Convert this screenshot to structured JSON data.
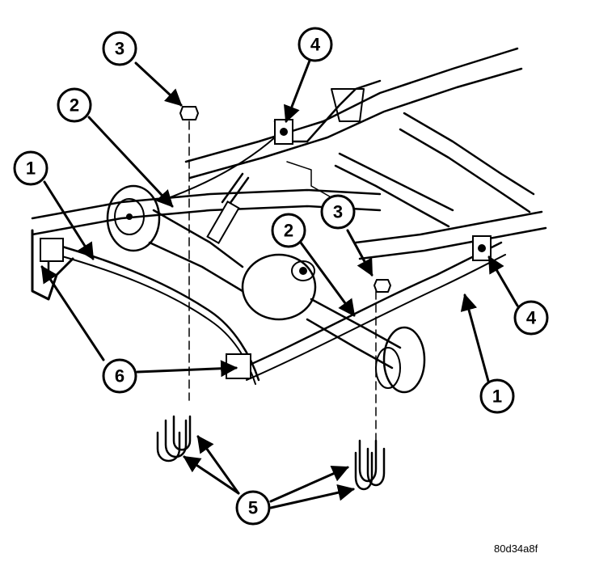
{
  "figure": {
    "id": "80d34a8f"
  },
  "callouts": [
    {
      "key": "c3-top",
      "number": "3"
    },
    {
      "key": "c4-top",
      "number": "4"
    },
    {
      "key": "c2-left",
      "number": "2"
    },
    {
      "key": "c1-left",
      "number": "1"
    },
    {
      "key": "c2-mid",
      "number": "2"
    },
    {
      "key": "c3-mid",
      "number": "3"
    },
    {
      "key": "c4-right",
      "number": "4"
    },
    {
      "key": "c6",
      "number": "6"
    },
    {
      "key": "c1-right",
      "number": "1"
    },
    {
      "key": "c5",
      "number": "5"
    }
  ]
}
